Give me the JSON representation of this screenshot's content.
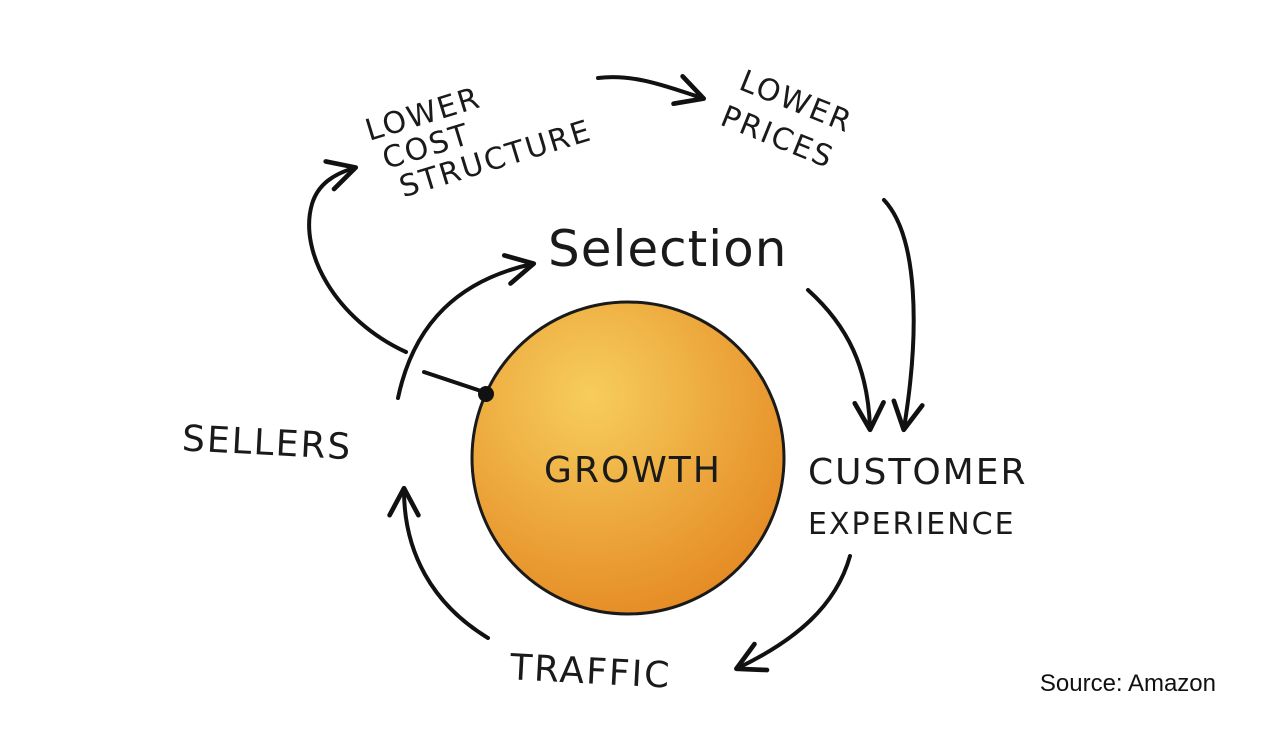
{
  "diagram": {
    "nodes": {
      "lower_cost": [
        "LOWER",
        "COST",
        "STRUCTURE"
      ],
      "lower_prices": [
        "LOWER",
        "PRICES"
      ],
      "selection": "Selection",
      "customer_experience": [
        "CUSTOMER",
        "EXPERIENCE"
      ],
      "traffic": "TRAFFIC",
      "sellers": "SELLERS",
      "growth": "GROWTH"
    },
    "colors": {
      "growth_fill_light": "#f4c04a",
      "growth_fill_dark": "#e89427",
      "growth_stroke": "#1a1a1a",
      "ink": "#111111"
    }
  },
  "source": "Source: Amazon"
}
